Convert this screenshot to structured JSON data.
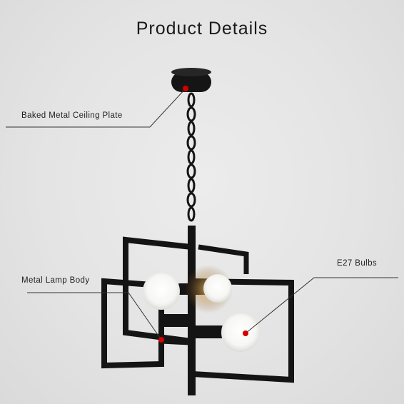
{
  "title": "Product Details",
  "callouts": {
    "ceiling_plate": "Baked Metal Ceiling Plate",
    "lamp_body": "Metal Lamp Body",
    "bulbs": "E27 Bulbs"
  },
  "colors": {
    "background": "#e4e4e4",
    "metal": "#141414",
    "marker": "#d40000",
    "leader_line": "#333333"
  }
}
